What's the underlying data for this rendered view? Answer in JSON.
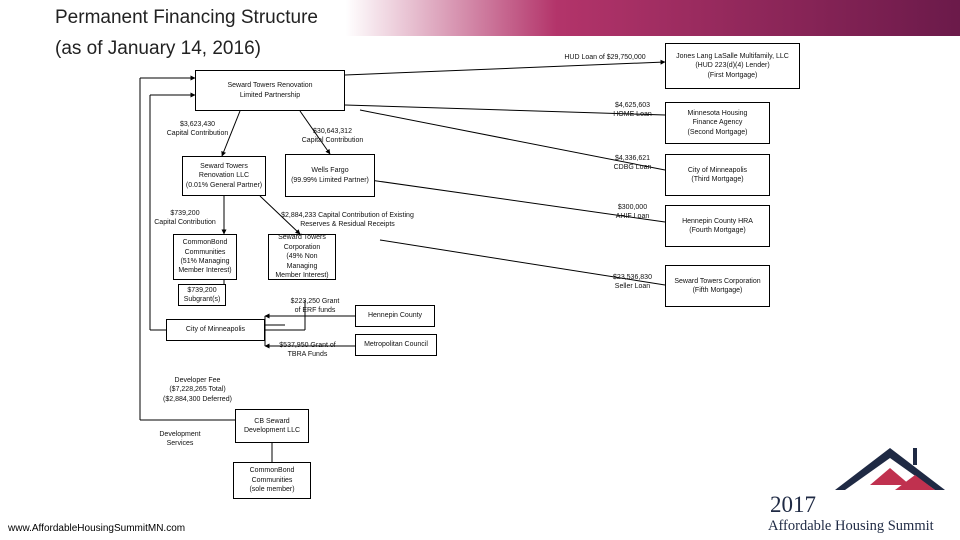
{
  "header": {
    "title_line1": "Permanent Financing Structure",
    "title_line2": "(as of January 14, 2016)"
  },
  "colors": {
    "accent": "#b3346a",
    "accent_dark": "#6b1a4a",
    "logo_navy": "#1f2a44",
    "logo_red": "#c0314f"
  },
  "diagram": {
    "boxes": {
      "partnership": "Seward Towers Renovation\nLimited Partnership",
      "llc": "Seward Towers\nRenovation LLC\n(0.01% General Partner)",
      "wells_fargo": "Wells Fargo\n(99.99% Limited Partner)",
      "commonbond": "CommonBond\nCommunities\n(51% Managing\nMember Interest)",
      "seward_corp": "Seward Towers\nCorporation\n(49% Non Managing\nMember Interest)",
      "subgrants": "$739,200\nSubgrant(s)",
      "city_mpls": "City of Minneapolis",
      "hennepin": "Hennepin County",
      "met_council": "Metropolitan Council",
      "cb_seward": "CB Seward\nDevelopment LLC",
      "cb_sole": "CommonBond\nCommunities\n(sole member)",
      "jll": "Jones Lang LaSalle Multifamily, LLC\n(HUD 223(d)(4) Lender)\n(First Mortgage)",
      "mhfa": "Minnesota Housing\nFinance Agency\n(Second Mortgage)",
      "city_third": "City of Minneapolis\n(Third Mortgage)",
      "hennepin_hra": "Hennepin County HRA\n(Fourth Mortgage)",
      "seward_fifth": "Seward Towers Corporation\n(Fifth Mortgage)"
    },
    "labels": {
      "cap_3m": "$3,623,430\nCapital Contribution",
      "cap_30m": "$30,643,312\nCapital Contribution",
      "cap_739": "$739,200\nCapital Contribution",
      "cap_2884": "$2,884,233 Capital Contribution of Existing\nReserves & Residual Receipts",
      "erf": "$223,250 Grant\nof ERF funds",
      "tbra": "$537,950 Grant of\nTBRA Funds",
      "dev_fee": "Developer Fee\n($7,228,265 Total)\n($2,884,300 Deferred)",
      "dev_services": "Development\nServices",
      "hud_loan": "HUD Loan of $29,750,000",
      "home_loan": "$4,625,603\nHOME Loan",
      "cdbg_loan": "$4,336,621\nCDBG Loan",
      "ahif_loan": "$300,000\nAHIF Loan",
      "seller_loan": "$23,536,830\nSeller Loan"
    }
  },
  "footer": {
    "url": "www.AffordableHousingSummitMN.com"
  },
  "logo": {
    "year": "2017",
    "name": "Affordable Housing Summit",
    "icon": "house-roof-logo-icon"
  }
}
